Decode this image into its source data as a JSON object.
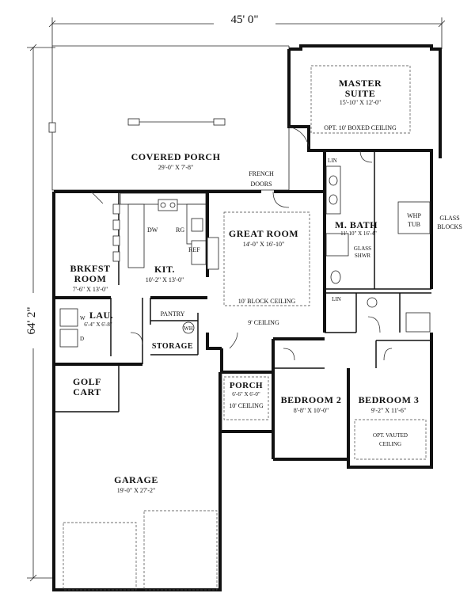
{
  "overall": {
    "width": "45' 0\"",
    "depth": "64' 2\""
  },
  "rooms": {
    "master_suite": {
      "name_line1": "MASTER",
      "name_line2": "SUITE",
      "dims": "15'-10\" X 12'-0\"",
      "note": "OPT. 10' BOXED CEILING"
    },
    "covered_porch": {
      "name": "COVERED PORCH",
      "dims": "29'-0\" X 7'-8\""
    },
    "french_doors": {
      "line1": "FRENCH",
      "line2": "DOORS"
    },
    "great_room": {
      "name": "GREAT ROOM",
      "dims": "14'-0\" X 16'-10\"",
      "note": "10' BLOCK CEILING"
    },
    "kitchen": {
      "name": "KIT.",
      "dims": "10'-2\" X 13'-0\"",
      "dw": "DW",
      "rg": "RG",
      "ref": "REF"
    },
    "breakfast": {
      "name_line1": "BRKFST",
      "name_line2": "ROOM",
      "dims": "7'-6\" X 13'-0\""
    },
    "master_bath": {
      "name": "M. BATH",
      "dims": "11'-10\" X 16'-4\"",
      "lin": "LIN",
      "whp_line1": "WHP",
      "whp_line2": "TUB",
      "glass_blocks_line1": "GLASS",
      "glass_blocks_line2": "BLOCKS",
      "glass_shwr_line1": "GLASS",
      "glass_shwr_line2": "SHWR"
    },
    "laundry": {
      "name": "LAU.",
      "dims": "6'-4\" X 6'-8\"",
      "w": "W",
      "d": "D"
    },
    "pantry": {
      "name": "PANTRY"
    },
    "wh": {
      "name": "WH"
    },
    "storage": {
      "name": "STORAGE"
    },
    "ceiling_9": {
      "note": "9' CEILING"
    },
    "hall_lin": {
      "name": "LIN"
    },
    "golf_cart": {
      "name_line1": "GOLF",
      "name_line2": "CART"
    },
    "porch": {
      "name": "PORCH",
      "dims": "6'-6\" X 6'-0\"",
      "note": "10' CEILING"
    },
    "bedroom2": {
      "name": "BEDROOM 2",
      "dims": "8'-8\" X 10'-0\""
    },
    "bedroom3": {
      "name": "BEDROOM 3",
      "dims": "9'-2\" X 11'-6\"",
      "note_line1": "OPT. VAUTED",
      "note_line2": "CEILING"
    },
    "garage": {
      "name": "GARAGE",
      "dims": "19'-0\" X 27'-2\""
    }
  }
}
